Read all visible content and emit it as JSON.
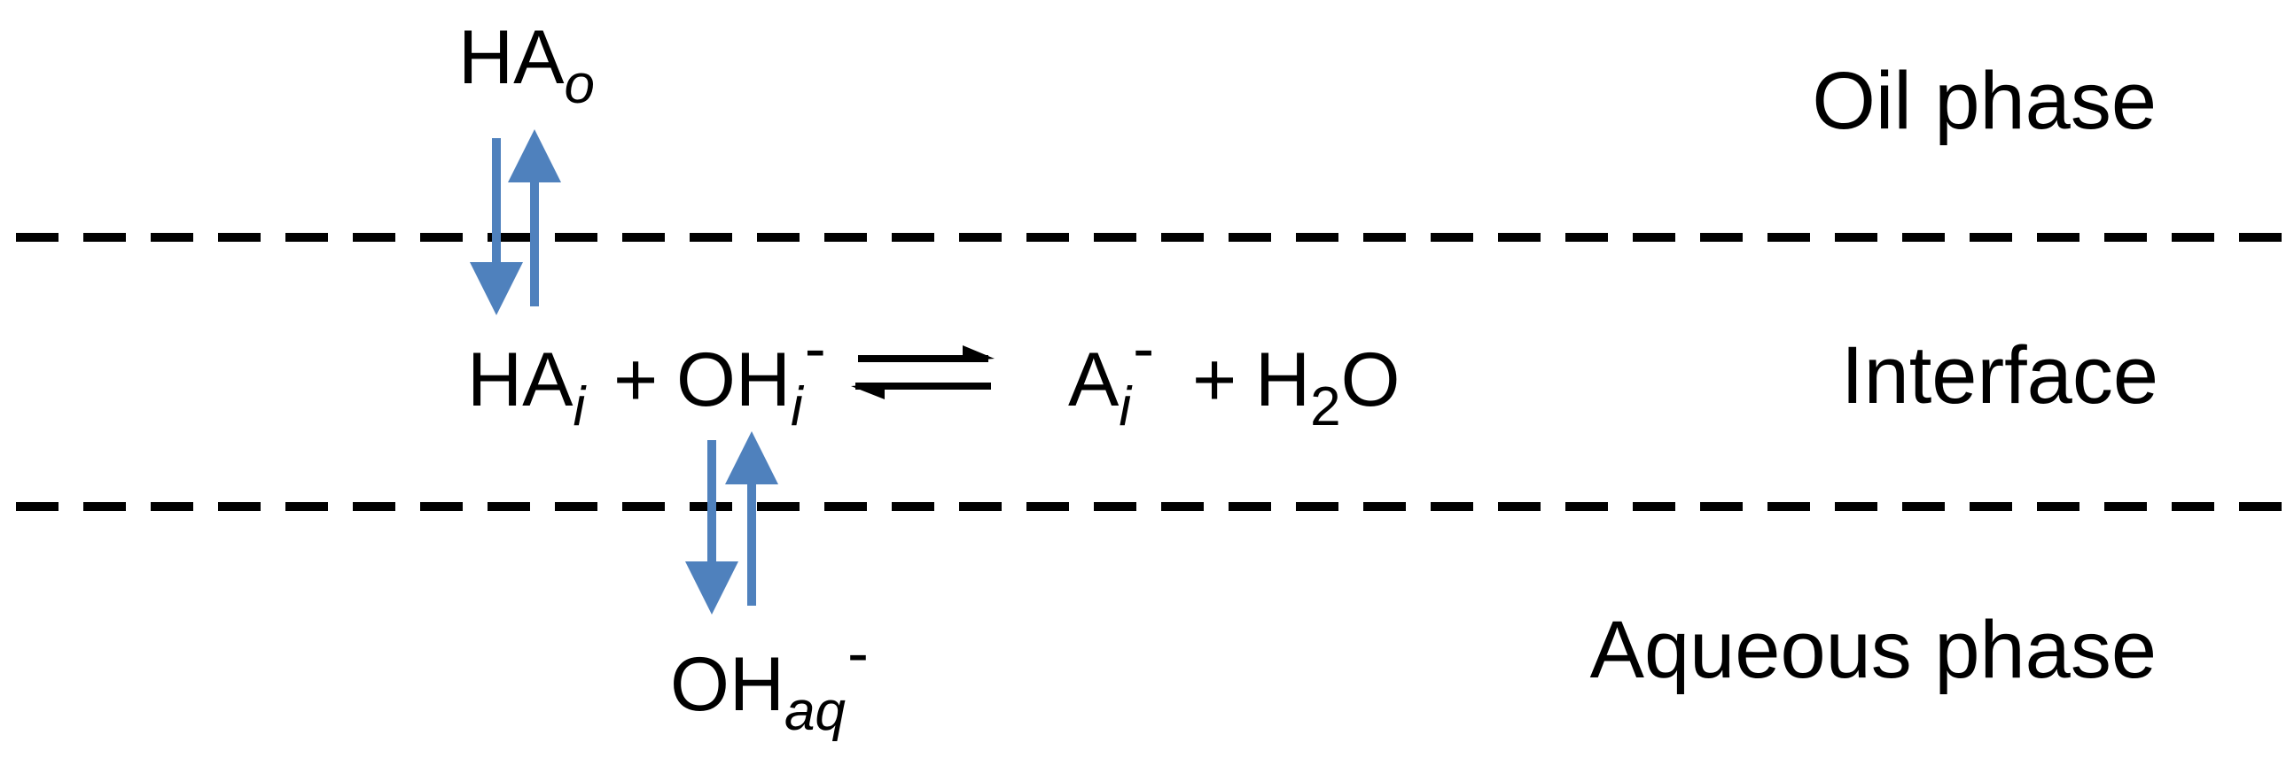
{
  "colors": {
    "flux_arrow": "#4F81BD",
    "text": "#000000",
    "boundary": "#000000",
    "background": "#FFFFFF"
  },
  "phase_labels": {
    "oil": "Oil phase",
    "interface": "Interface",
    "aqueous": "Aqueous phase"
  },
  "species": {
    "ha_oil": {
      "base": "HA",
      "sub": "o"
    },
    "ha_interface": {
      "base": "HA",
      "sub": "i"
    },
    "plus_1": "+",
    "oh_interface": {
      "base": "OH",
      "sub": "i",
      "charge": "-"
    },
    "a_interface": {
      "base": "A",
      "sub": "i",
      "charge": "-"
    },
    "plus_2": "+",
    "water": {
      "h": "H",
      "sub": "2",
      "o": "O"
    },
    "oh_aqueous": {
      "base": "OH",
      "sub": "aq",
      "charge": "-"
    }
  }
}
